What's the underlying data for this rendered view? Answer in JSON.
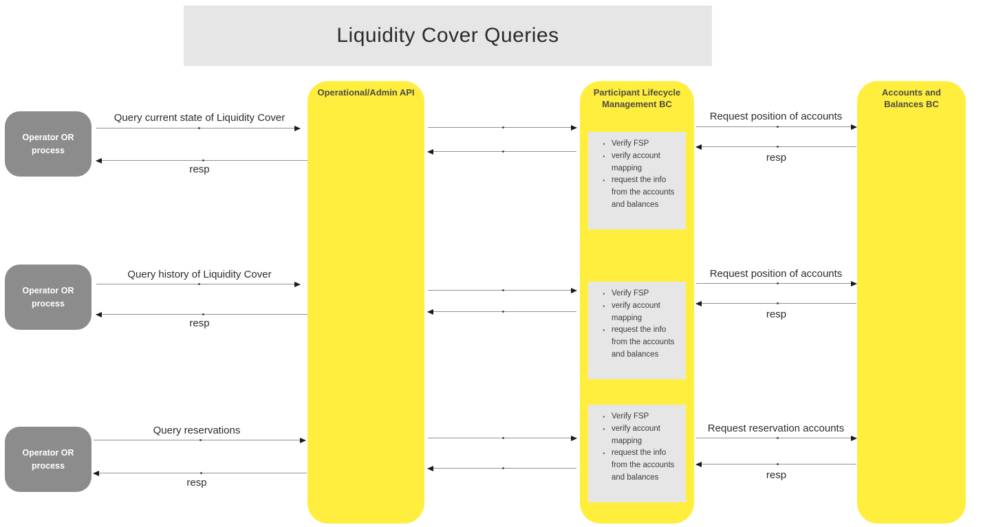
{
  "title": "Liquidity Cover Queries",
  "lanes": [
    {
      "label": "Operational/Admin API"
    },
    {
      "label": "Participant Lifecycle Management BC"
    },
    {
      "label": "Accounts and Balances BC"
    }
  ],
  "rows": [
    {
      "actor": "Operator OR process",
      "query": "Query current state of Liquidity Cover",
      "query_resp": "resp",
      "request": "Request position of accounts",
      "request_resp": "resp",
      "note_items": [
        "Verify FSP",
        "verify account mapping",
        "request the info from the accounts and balances"
      ]
    },
    {
      "actor": "Operator OR process",
      "query": "Query history of Liquidity Cover",
      "query_resp": "resp",
      "request": "Request position of accounts",
      "request_resp": "resp",
      "note_items": [
        "Verify FSP",
        "verify account mapping",
        "request the info from the accounts and balances"
      ]
    },
    {
      "actor": "Operator OR process",
      "query": "Query reservations",
      "query_resp": "resp",
      "request": "Request reservation accounts",
      "request_resp": "resp",
      "note_items": [
        "Verify FSP",
        "verify account mapping",
        "request the info from the accounts and balances"
      ]
    }
  ],
  "colors": {
    "lane_yellow": "#ffee3d",
    "titlebar_gray": "#e6e6e6",
    "note_gray": "#e6e6e6",
    "actor_gray": "#8c8c8c",
    "arrow_line": "#8f8f8f",
    "text_dark": "#2b2b2b"
  }
}
